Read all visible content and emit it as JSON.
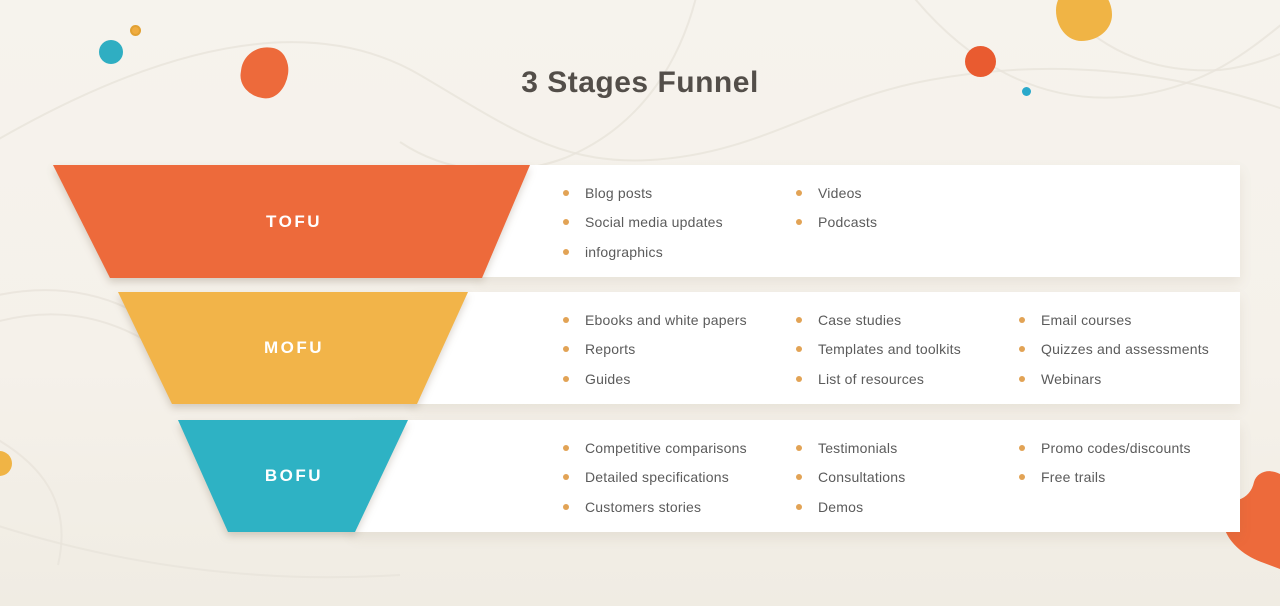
{
  "title": "3 Stages Funnel",
  "colors": {
    "background": "#F5F1EA",
    "card": "#FFFFFF",
    "title_text": "#534E49",
    "list_text": "#5B5B5B",
    "bullet": "#E2A355",
    "stage_label_text": "#FFFFFF",
    "wave_line": "#E9E4DB"
  },
  "stages": [
    {
      "id": "tofu",
      "label": "TOFU",
      "color": "#ED6A3B",
      "columns": [
        [
          "Blog posts",
          "Social media updates",
          "infographics"
        ],
        [
          "Videos",
          "Podcasts"
        ]
      ]
    },
    {
      "id": "mofu",
      "label": "MOFU",
      "color": "#F2B449",
      "columns": [
        [
          "Ebooks and white papers",
          "Reports",
          "Guides"
        ],
        [
          "Case studies",
          "Templates and toolkits",
          "List of resources"
        ],
        [
          "Email courses",
          "Quizzes and assessments",
          "Webinars"
        ]
      ]
    },
    {
      "id": "bofu",
      "label": "BOFU",
      "color": "#2EB2C4",
      "columns": [
        [
          "Competitive comparisons",
          "Detailed specifications",
          "Customers stories"
        ],
        [
          "Testimonials",
          "Consultations",
          "Demos"
        ],
        [
          "Promo codes/discounts",
          "Free trails"
        ]
      ]
    }
  ],
  "decorations": {
    "teal_circle_top_left": "#2FAEC2",
    "yellow_dot_top_left": "#F0AC40",
    "orange_blob_top_left": "#ED6A3B",
    "yellow_blob_top_right": "#F0B445",
    "orange_circle_top_right": "#E95B30",
    "teal_dot_top_right": "#2AA9CB",
    "yellow_half_circle_left": "#F0B445",
    "orange_blob_bottom_right": "#ED6A3B"
  }
}
